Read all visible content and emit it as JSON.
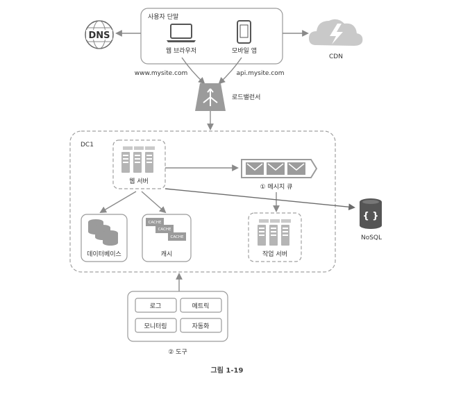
{
  "client": {
    "title": "사용자 단말",
    "web_browser": "웹 브라우저",
    "mobile_app": "모바일 앱"
  },
  "dns": {
    "label": "DNS"
  },
  "cdn": {
    "label": "CDN"
  },
  "urls": {
    "web": "www.mysite.com",
    "api": "api.mysite.com"
  },
  "load_balancer": {
    "label": "로드밸런서"
  },
  "datacenter": {
    "label": "DC1",
    "web_server": "웹 서버",
    "message_queue": "① 메시지 큐",
    "worker_server": "작업 서버",
    "database": "데이터베이스",
    "cache": "캐시",
    "cache_tag": "CACHE"
  },
  "nosql": {
    "label": "NoSQL",
    "glyph": "{ }"
  },
  "tools": {
    "label": "② 도구",
    "items": [
      "로그",
      "메트릭",
      "모니터링",
      "자동화"
    ]
  },
  "figure": {
    "caption": "그림 1-19"
  },
  "colors": {
    "icon_gray": "#9b9b9b",
    "icon_light": "#c9c9c9",
    "line": "#8a8a8a",
    "dark": "#555555"
  }
}
